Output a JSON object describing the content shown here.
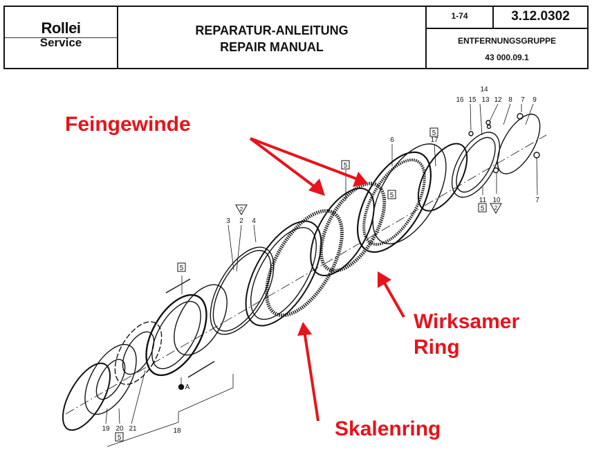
{
  "header": {
    "logo": {
      "brand": "Rollei",
      "sub": "Service"
    },
    "title_de": "REPARATUR-ANLEITUNG",
    "title_en": "REPAIR MANUAL",
    "date_code": "1-74",
    "doc_number": "3.12.0302",
    "group_name": "ENTFERNUNGSGRUPPE",
    "group_code": "43 000.09.1"
  },
  "annotations": {
    "fine_thread": "Feingewinde",
    "active_ring_line1": "Wirksamer",
    "active_ring_line2": "Ring",
    "scale_ring": "Skalenring",
    "color": "#e8121b"
  },
  "part_labels": {
    "p1": "2",
    "p2": "2",
    "p3": "3",
    "p4": "4",
    "p5": "5",
    "p6": "6",
    "p7a": "7",
    "p7b": "7",
    "p8": "8",
    "p9": "9",
    "p10": "10",
    "p11": "11",
    "p12": "12",
    "p13": "13",
    "p14": "14",
    "p15": "15",
    "p16": "16",
    "p17": "17",
    "p18": "18",
    "p19": "19",
    "p20": "20",
    "p21": "21",
    "pA": "A",
    "box5": "5",
    "tri2": "2"
  }
}
